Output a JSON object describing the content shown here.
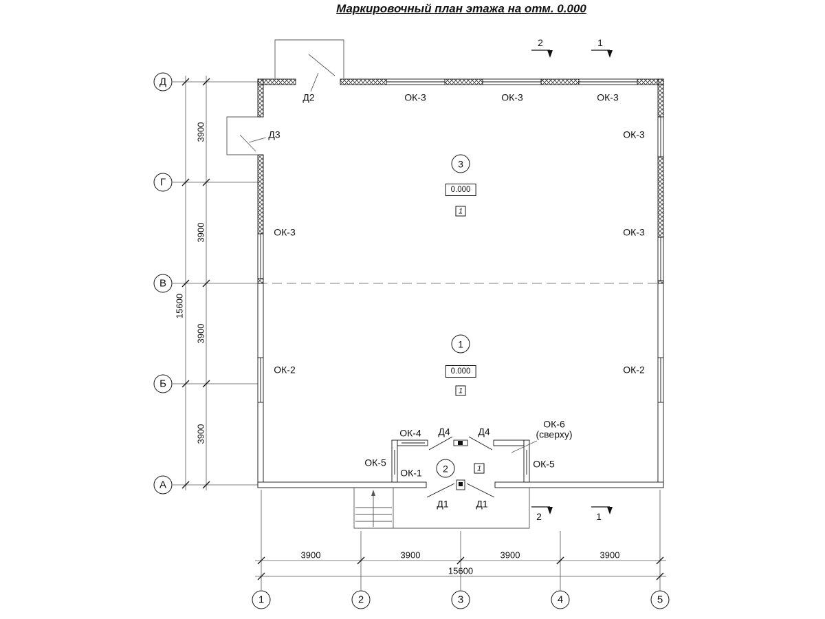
{
  "title": "Маркировочный план этажа на отм. 0.000",
  "axes": {
    "rows": [
      "Д",
      "Г",
      "В",
      "Б",
      "А"
    ],
    "cols": [
      "1",
      "2",
      "3",
      "4",
      "5"
    ]
  },
  "dims": {
    "left_total": "15600",
    "left_segments": [
      "3900",
      "3900",
      "3900",
      "3900"
    ],
    "bottom_segments": [
      "3900",
      "3900",
      "3900",
      "3900"
    ],
    "bottom_total": "15600"
  },
  "sections": {
    "top": [
      "2",
      "1"
    ],
    "bottom": [
      "2",
      "1"
    ]
  },
  "rooms": {
    "room3": {
      "number": "3",
      "elevation": "0.000",
      "floor": "1"
    },
    "room1": {
      "number": "1",
      "elevation": "0.000",
      "floor": "1"
    },
    "room2": {
      "number": "2",
      "floor": "1"
    }
  },
  "labels": {
    "d2": "Д2",
    "d3": "Д3",
    "ok3_top_1": "ОК-3",
    "ok3_top_2": "ОК-3",
    "ok3_top_3": "ОК-3",
    "ok3_right_upper": "ОК-3",
    "ok3_left": "ОК-3",
    "ok3_right": "ОК-3",
    "ok2_left": "ОК-2",
    "ok2_right": "ОК-2",
    "ok4": "ОК-4",
    "d4_left": "Д4",
    "d4_right": "Д4",
    "ok6": "ОК-6\n(сверху)",
    "ok5_left": "ОК-5",
    "ok1": "ОК-1",
    "ok5_right": "ОК-5",
    "d1_left": "Д1",
    "d1_right": "Д1"
  }
}
